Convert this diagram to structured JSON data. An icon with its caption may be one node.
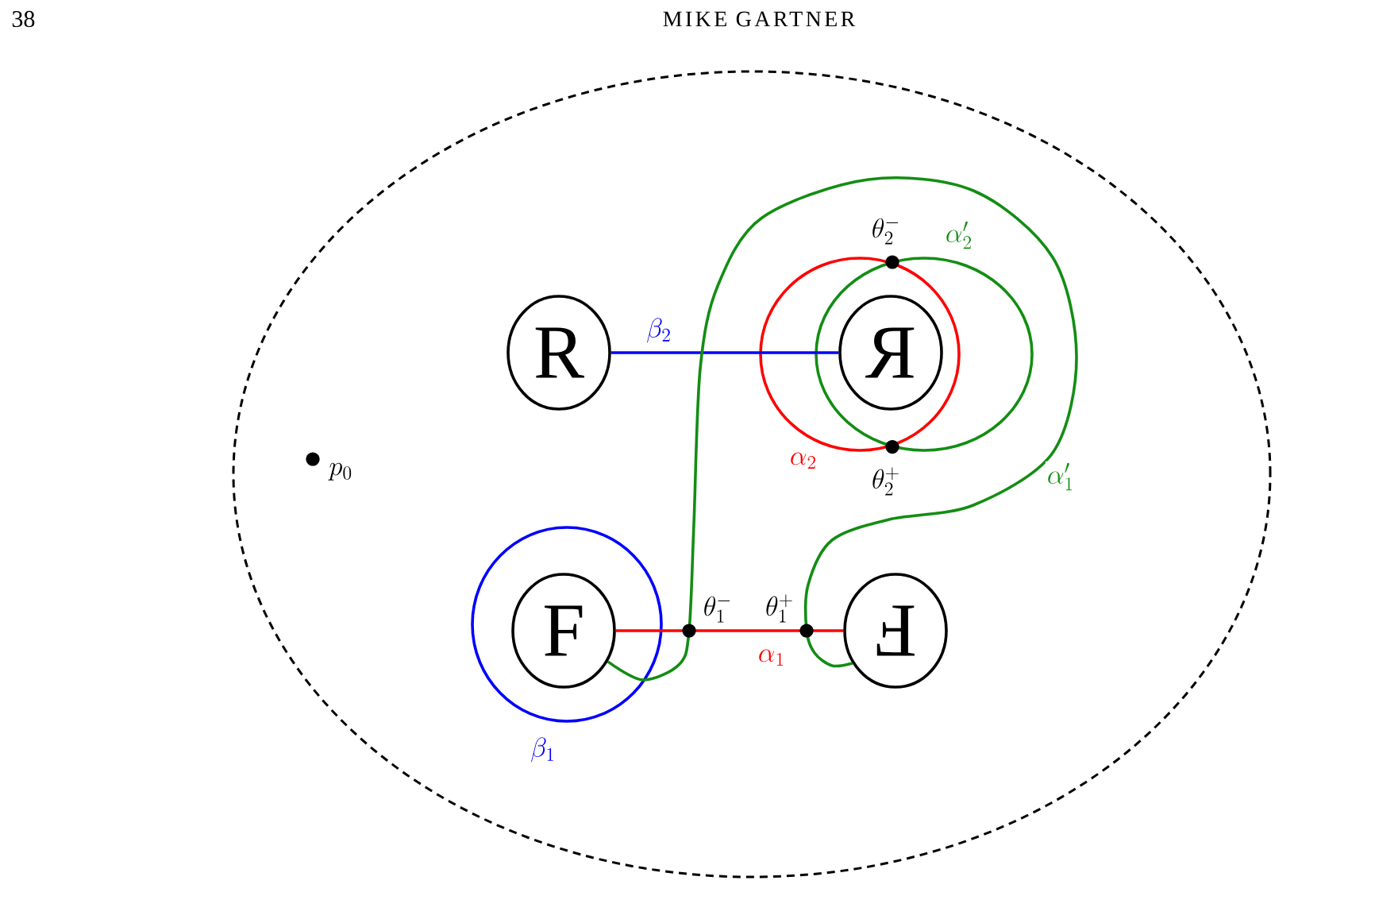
{
  "diagram": {
    "nodes": [
      {
        "text": [
          "R"
        ]
      },
      {
        "text": [
          "R"
        ]
      },
      {
        "text": [
          "F"
        ]
      },
      {
        "text": [
          "F"
        ]
      }
    ],
    "edges": [
      {
        "from": 0,
        "to": 1,
        "arrow": "none",
        "label": "\\beta_2",
        "color": "#0000ff"
      },
      {
        "from": 2,
        "to": 3,
        "arrow": "none",
        "label": "\\alpha_1",
        "color": "#ff0000"
      },
      {
        "from": 2,
        "to": 3,
        "arrow": "none",
        "label": "\\alpha'_1",
        "color": "#138d13"
      }
    ],
    "labels": [
      "38",
      "MIKE GARTNER",
      "\\theta_2^-",
      "\\alpha'_2",
      "p_0",
      "\\alpha_2",
      "\\theta_2^+",
      "\\theta_1^-",
      "\\theta_1^+",
      "\\beta_1"
    ]
  }
}
